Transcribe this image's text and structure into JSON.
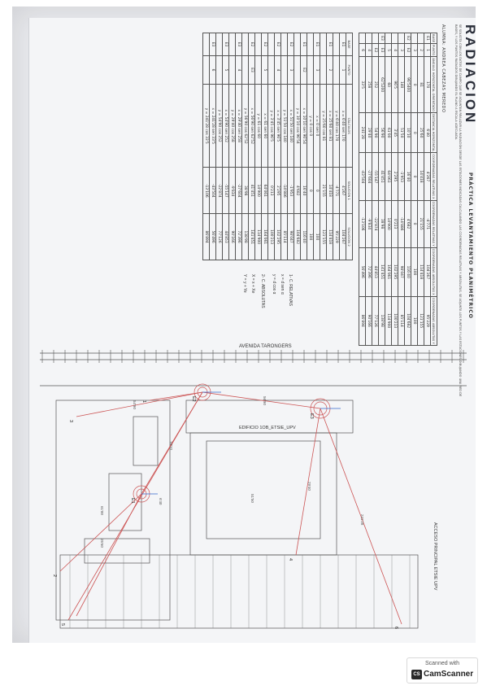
{
  "document": {
    "title": "RADIACIÓN",
    "subtitle": "PRÁCTICA LEVANTAMIENTO PLANIMÉTRICO",
    "instructions": "SE SOLICITA CON LOS DATOS DE CAMPO QUE SE ADJUNTAN REALIZAR LA RADIACIÓN DESDE LAS ESTACIONES INDICADAS CALCULANDO LAS COORDENADAS RELATIVAS Y ABSOLUTAS. SE ADJUNTA LOS PUNTOS Y LAS ESTACIONES DIBUJANDO UNA RED DE BASES, Y LOS PUNTOS RADIADOS DIBUJANDO EL PLANO A ESCALA ADECUADA.",
    "authors": "ALUMNA: ANDREA CABEZAS MEREDO"
  },
  "table1": {
    "headers": [
      "BASE",
      "PUNTO",
      "ÁNGULO HORIZONTAL ORIENTADO",
      "DISTANCIA HORIZONTAL",
      "COORDENADAS RELATIVAS X",
      "COORDENADAS RELATIVAS Y",
      "COORDENADAS ABSOLUTAS X",
      "COORDENADAS ABSOLUTAS Y"
    ],
    "rows": [
      [
        "E1",
        "1",
        "170",
        "6'40",
        "4'267",
        "-4'771",
        "104'267",
        "95'229"
      ],
      [
        "",
        "2",
        "81",
        "25'60",
        "14'418",
        "21'155",
        "114'418",
        "121'155"
      ],
      [
        "",
        "3",
        "0",
        "0",
        "0",
        "0",
        "100",
        "100"
      ],
      [
        "E2",
        "E2",
        "96'5400",
        "10'10",
        "16'40",
        "4'682",
        "116'40",
        "104'682"
      ],
      [
        "",
        "3",
        "140",
        "51'50",
        "-1'953",
        "-14'886",
        "98'047",
        "85'114"
      ],
      [
        "",
        "4",
        "96'5",
        "3'45",
        "2'295",
        "0'213",
        "102'295",
        "100'213"
      ],
      [
        "",
        "5",
        "60",
        "61'00",
        "64'061",
        "14'900",
        "164'061",
        "114'900"
      ],
      [
        "E3",
        "E3",
        "62'5200",
        "56'90",
        "41'451",
        "38'98",
        "141'451",
        "138'98"
      ],
      [
        "",
        "E2",
        "252",
        "54'90",
        "-55'147",
        "-22'874",
        "44'853",
        "77'126"
      ],
      [
        "",
        "4",
        "258",
        "29'40",
        "-27'604",
        "-9'834",
        "72'396",
        "90'166"
      ],
      [
        "",
        "6",
        "33'5",
        "241'28",
        "-43'504",
        "-13'106",
        "56'496",
        "86'894"
      ]
    ]
  },
  "table2": {
    "headers": [
      "BASE",
      "PUNTO",
      "CÁLCULOS",
      "SOLUCIÓN 1",
      "SOLUCIÓN 2"
    ],
    "rows": [
      [
        "E1",
        "1",
        "x = 6'40 sen 170",
        "4'267",
        "104'267"
      ],
      [
        "",
        "",
        "y = 6'40 cos 170",
        "-4'771",
        "95'229"
      ],
      [
        "E1",
        "2",
        "x = 25'60 sen 81",
        "14'418",
        "114'418"
      ],
      [
        "",
        "",
        "y = 25'60 cos 81",
        "21'155",
        "121'155"
      ],
      [
        "E1",
        "3",
        "x = 0 sen 0",
        "0",
        "100"
      ],
      [
        "",
        "",
        "y = 0 cos 0",
        "0",
        "100"
      ],
      [
        "E1",
        "E2",
        "x = 10'10 sen 96'54",
        "16'40",
        "116'40"
      ],
      [
        "",
        "",
        "y = 10'10 cos 96'54",
        "4'682",
        "104'682"
      ],
      [
        "E2",
        "3",
        "x = 51'50 sen 140",
        "-1'953",
        "98'047"
      ],
      [
        "",
        "",
        "y = 51'50 cos 140",
        "-14'886",
        "85'114"
      ],
      [
        "E2",
        "4",
        "x = 3'45 sen 96'5",
        "2'295",
        "102'295"
      ],
      [
        "",
        "",
        "y = 3'45 cos 96'5",
        "0'213",
        "100'213"
      ],
      [
        "E2",
        "5",
        "x = 61 sen 60",
        "64'061",
        "164'061"
      ],
      [
        "",
        "",
        "y = 61 cos 60",
        "14'900",
        "114'900"
      ],
      [
        "E2",
        "E3",
        "x = 56'90 sen 62'52",
        "41'451",
        "141'451"
      ],
      [
        "",
        "",
        "y = 56'90 cos 62'52",
        "38'98",
        "138'98"
      ],
      [
        "E3",
        "4",
        "x = 29'40 sen 258",
        "-27'604",
        "72'396"
      ],
      [
        "",
        "",
        "y = 29'40 cos 258",
        "-9'834",
        "90'166"
      ],
      [
        "E3",
        "5",
        "x = 54'90 sen 252",
        "-55'147",
        "44'853"
      ],
      [
        "",
        "",
        "y = 54'90 cos 252",
        "-22'874",
        "77'126"
      ],
      [
        "E3",
        "6",
        "x = 241'28 sen 33'5",
        "-43'504",
        "56'496"
      ],
      [
        "",
        "",
        "y = 241'28 cos 33'5",
        "-13'106",
        "86'894"
      ]
    ]
  },
  "formulas": {
    "relative_heading": "1- C. RELATIVAS",
    "relative_x": "x = d sen α",
    "relative_y": "y = d cos α",
    "absolute_heading": "2- C. ABSOLUTAS",
    "absolute_x": "X = x + Xe",
    "absolute_y": "Y = y + Ye"
  },
  "plan": {
    "street_label": "AVENIDA TARONGERS",
    "building_label": "EDIFICIO 1OB_ETSIE_UPV",
    "access_label": "ACCESO PRINCIPAL ETSIE UPV",
    "stations": [
      "E1",
      "E2",
      "E3"
    ],
    "points": [
      "1",
      "2",
      "3",
      "4",
      "5",
      "6"
    ],
    "dist_labels": [
      "10'10",
      "56'90",
      "51'50",
      "54'90",
      "61'00",
      "29'40",
      "6'40",
      "25'60",
      "241'28"
    ]
  },
  "scanner": {
    "top": "Scanned with",
    "logo": "CS",
    "name": "CamScanner"
  }
}
